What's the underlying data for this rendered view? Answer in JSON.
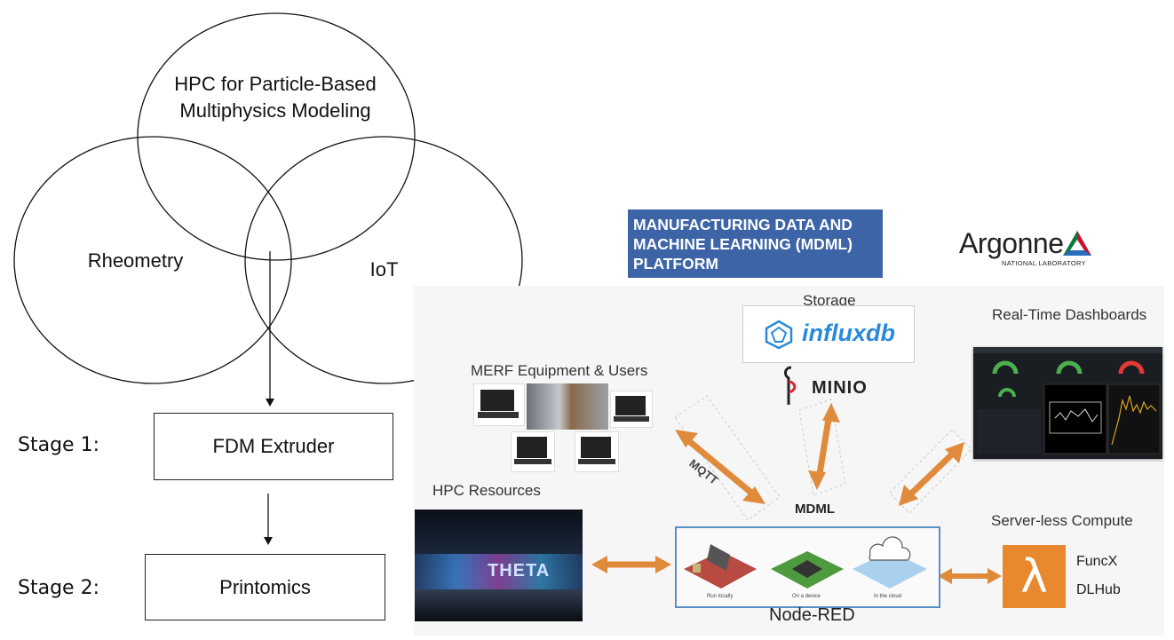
{
  "venn": {
    "top_label": "HPC for Particle-Based Multiphysics Modeling",
    "left_label": "Rheometry",
    "right_label": "IoT"
  },
  "stages": [
    {
      "label": "Stage 1:",
      "box": "FDM Extruder"
    },
    {
      "label": "Stage 2:",
      "box": "Printomics"
    }
  ],
  "banner": {
    "line1": "MANUFACTURING DATA AND",
    "line2": "MACHINE LEARNING (MDML)",
    "line3": "PLATFORM"
  },
  "argonne": {
    "name": "Argonne",
    "sub": "NATIONAL LABORATORY"
  },
  "platform": {
    "storage_label": "Storage",
    "influx_text": "influxdb",
    "minio_text": "MINIO",
    "dashboards_label": "Real-Time Dashboards",
    "merf_label": "MERF Equipment & Users",
    "mqtt_label": "MQTT",
    "mdml_label": "MDML",
    "hpc_label": "HPC Resources",
    "theta_text": "THETA",
    "serverless_label": "Server-less Compute",
    "funcx_label": "FuncX",
    "dlhub_label": "DLHub",
    "lambda_symbol": "λ",
    "nodered_label": "Node-RED",
    "node_items": [
      {
        "label": "Run locally"
      },
      {
        "label": "On a device"
      },
      {
        "label": "In the cloud"
      }
    ]
  },
  "colors": {
    "banner": "#3d64a6",
    "arrow": "#e08a3c",
    "influx": "#2b8ad8",
    "node_box": "#5a8fc4",
    "lambda_bg": "#e8892f"
  }
}
